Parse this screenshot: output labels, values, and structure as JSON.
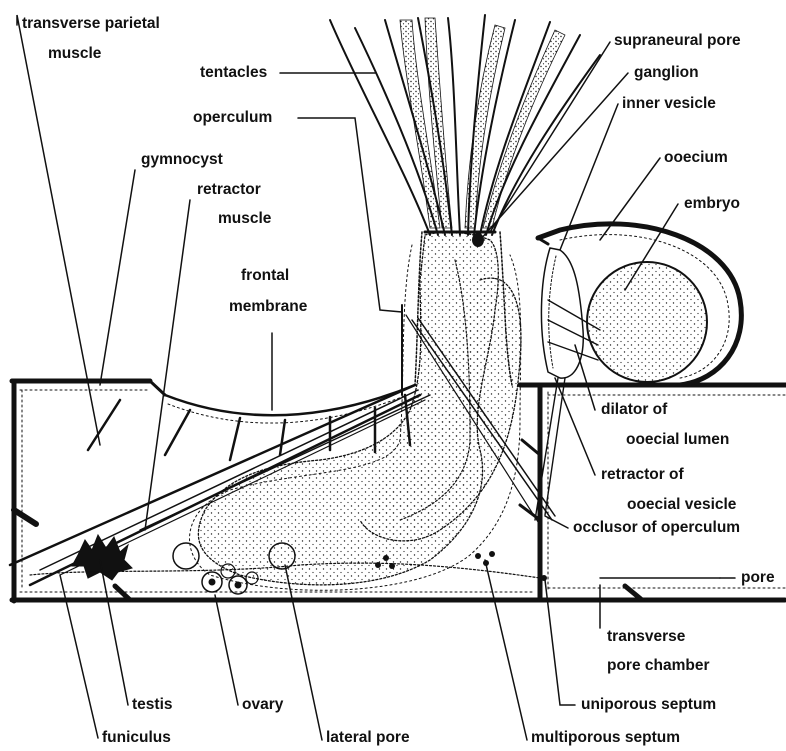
{
  "colors": {
    "ink": "#111111",
    "paper": "#ffffff"
  },
  "labels": {
    "transverse_parietal_1": "transverse parietal",
    "transverse_parietal_2": "muscle",
    "tentacles": "tentacles",
    "operculum": "operculum",
    "gymnocyst": "gymnocyst",
    "retractor_muscle_1": "retractor",
    "retractor_muscle_2": "muscle",
    "frontal_membrane_1": "frontal",
    "frontal_membrane_2": "membrane",
    "supraneural_pore": "supraneural pore",
    "ganglion": "ganglion",
    "inner_vesicle": "inner vesicle",
    "ooecium": "ooecium",
    "embryo": "embryo",
    "dilator_1": "dilator of",
    "dilator_2": "ooecial lumen",
    "retractor_vesicle_1": "retractor of",
    "retractor_vesicle_2": "ooecial vesicle",
    "occlusor": "occlusor of operculum",
    "pore": "pore",
    "transverse_pore_1": "transverse",
    "transverse_pore_2": "pore chamber",
    "uniporous_septum": "uniporous septum",
    "multiporous_septum": "multiporous septum",
    "lateral_pore": "lateral pore",
    "funiculus": "funiculus",
    "testis": "testis",
    "ovary": "ovary"
  }
}
